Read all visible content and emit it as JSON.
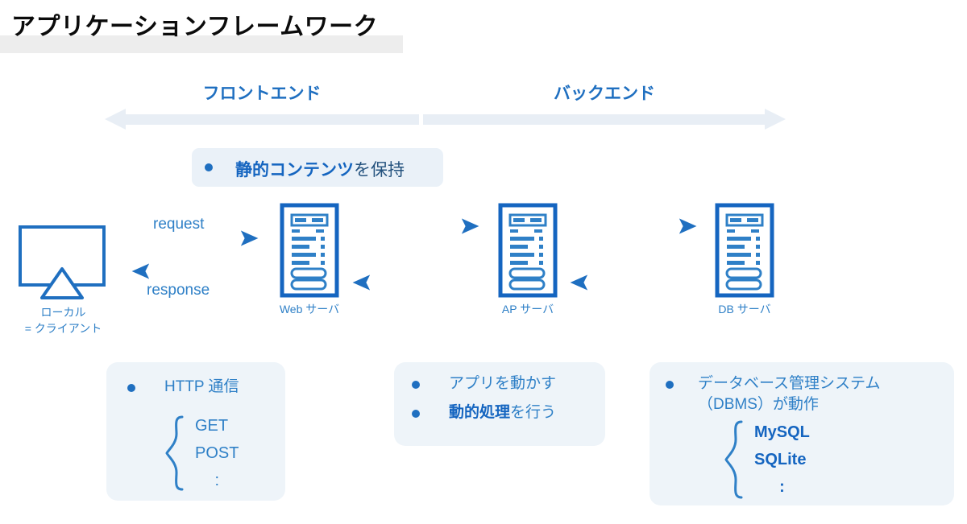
{
  "title": "アプリケーションフレームワーク",
  "bands": [
    {
      "id": "frontend",
      "label": "フロントエンド",
      "direction": "left"
    },
    {
      "id": "backend",
      "label": "バックエンド",
      "direction": "right"
    }
  ],
  "static_pill": {
    "bullet": "•",
    "bold_text": "静的コンテンツ",
    "plain_text": "を保持"
  },
  "client": {
    "icon": "monitor-icon",
    "label_line1": "ローカル",
    "label_line2": "= クライアント"
  },
  "servers": [
    {
      "id": "web",
      "icon": "server-rack-icon",
      "label": "Web サーバ"
    },
    {
      "id": "ap",
      "icon": "server-rack-icon",
      "label": "AP サーバ"
    },
    {
      "id": "db",
      "icon": "server-rack-icon",
      "label": "DB サーバ"
    }
  ],
  "flow_labels": {
    "request": "request",
    "response": "response"
  },
  "notes": {
    "http": {
      "bullet": "•",
      "heading": "HTTP 通信",
      "brace_items": [
        "GET",
        "POST"
      ],
      "brace_ellipsis": ":"
    },
    "ap": {
      "rows": [
        {
          "bullet": "•",
          "plain_prefix": "",
          "bold_text": "",
          "plain_text": "アプリを動かす"
        },
        {
          "bullet": "•",
          "plain_prefix": "",
          "bold_text": "動的処理",
          "plain_text": "を行う"
        }
      ]
    },
    "db": {
      "bullet": "•",
      "heading_line1": "データベース管理システム",
      "heading_line2": "（DBMS）が動作",
      "brace_items": [
        "MySQL",
        "SQLite"
      ],
      "brace_ellipsis": ":"
    }
  },
  "colors": {
    "primary_blue": "#1565c0",
    "light_blue": "#2f80c7",
    "band_fill": "#e8eef5",
    "box_fill": "#eef4f9",
    "pill_fill": "#eaf1f8",
    "title_highlight": "#ededed",
    "arrow_teal": "#1f7a8c"
  }
}
